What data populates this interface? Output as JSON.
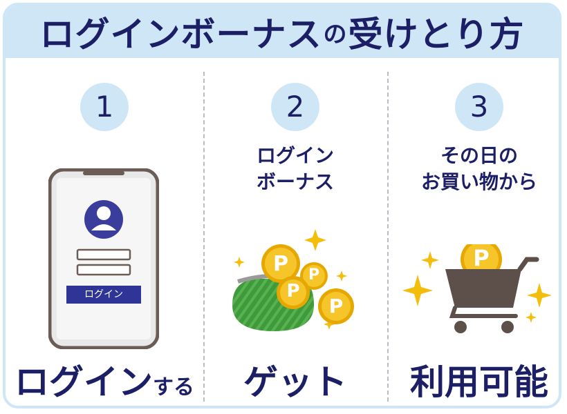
{
  "title": {
    "part1": "ログインボーナス",
    "part2": "の",
    "part3": "受けとり方"
  },
  "steps": [
    {
      "number": "1",
      "subtitle_lines": [],
      "phone_button_label": "ログイン",
      "footer_main": "ログイン",
      "footer_small": "する"
    },
    {
      "number": "2",
      "subtitle_lines": [
        "ログイン",
        "ボーナス"
      ],
      "coin_glyph": "P",
      "footer_main": "ゲット",
      "footer_small": ""
    },
    {
      "number": "3",
      "subtitle_lines": [
        "その日の",
        "お買い物から"
      ],
      "coin_glyph": "P",
      "footer_main": "利用可能",
      "footer_small": ""
    }
  ],
  "colors": {
    "navy": "#1c1f66",
    "light_blue": "#cfe6f7",
    "gold": "#f3bd0b",
    "green": "#3f9a3b",
    "cart_brown": "#5d4f49"
  }
}
